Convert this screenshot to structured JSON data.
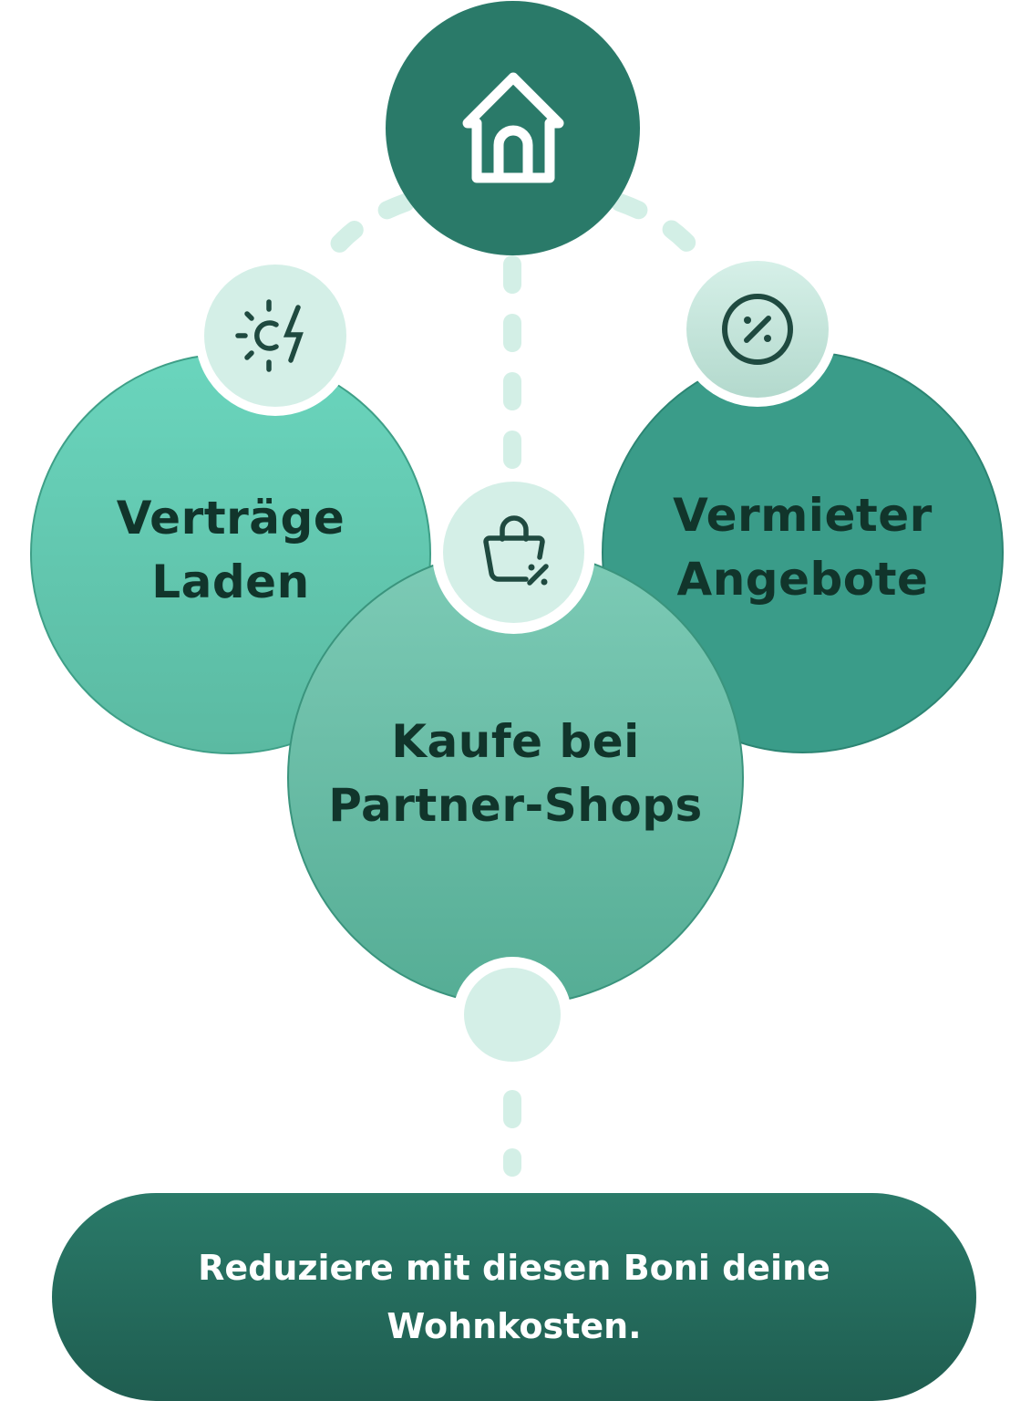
{
  "nodes": {
    "home": {
      "icon": "home-icon"
    },
    "vertraege": {
      "label_line1": "Verträge",
      "label_line2": "Laden",
      "icon": "sun-bolt-icon"
    },
    "vermieter": {
      "label_line1": "Vermieter",
      "label_line2": "Angebote",
      "icon": "percent-icon"
    },
    "kaufe": {
      "label_line1": "Kaufe bei",
      "label_line2": "Partner-Shops",
      "icon": "shopping-bag-percent-icon"
    }
  },
  "footer": {
    "line1": "Reduziere mit diesen Boni deine",
    "line2": "Wohnkosten."
  },
  "colors": {
    "dark_green": "#2a7a69",
    "mint_light": "#d4efe7",
    "text_dark": "#11352b",
    "connector": "#d3efe6"
  }
}
